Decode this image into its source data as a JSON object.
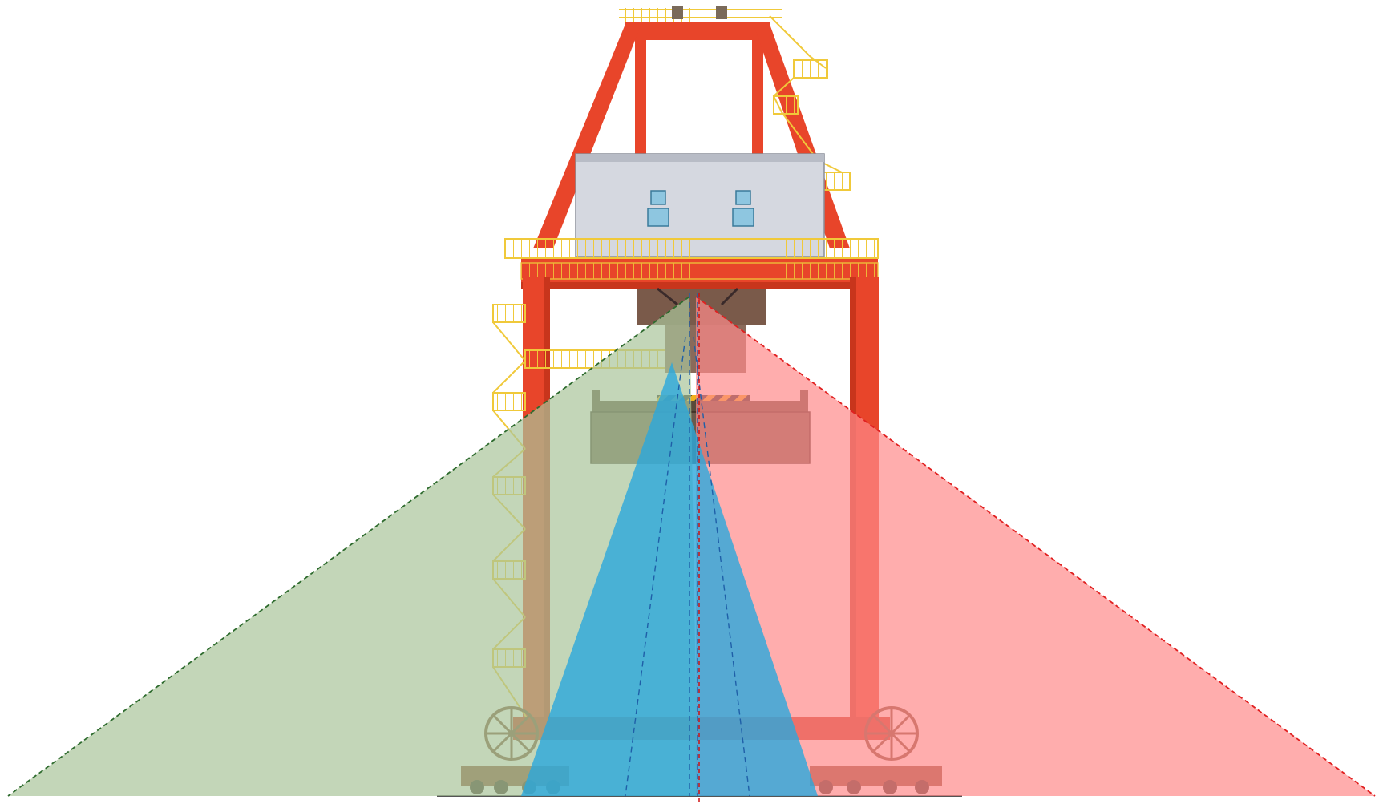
{
  "diagram": {
    "colors": {
      "background": "#ffffff",
      "frame": "#e8452a",
      "frame_dark": "#c8351c",
      "railing": "#f0c93a",
      "trolley_house": "#d5d8e0",
      "window": "#8ec6e0",
      "spreader": "#5a4a3a",
      "ground_line": "#555555",
      "left_sensor_field": "#a9c59a",
      "left_sensor_edge": "#2e6b2e",
      "right_sensor_field": "#ff8a8a",
      "right_sensor_edge": "#e02020",
      "center_sensor_field": "#2aa8dc",
      "center_sensor_edge": "#1f5fa8",
      "center_axis": "#d01010"
    },
    "components": [
      "gantry-frame",
      "trolley-house",
      "spreader-with-container",
      "stairs-and-railings",
      "wheel-bogies",
      "left-sensor-field",
      "right-sensor-field",
      "center-sensor-field",
      "center-axis-line"
    ]
  }
}
